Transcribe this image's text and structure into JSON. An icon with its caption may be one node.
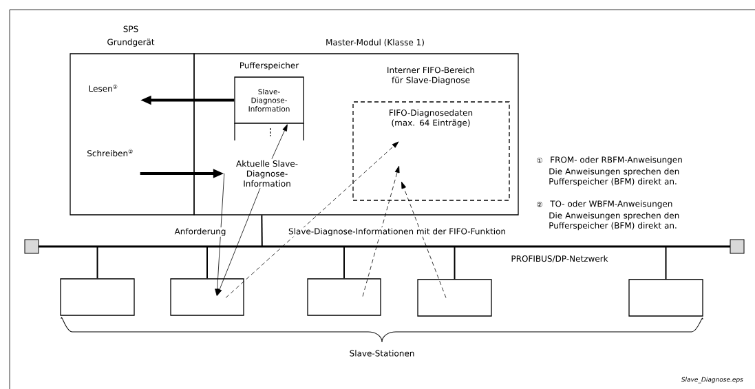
{
  "diagram": {
    "nodes": [
      {
        "text": [
          "SPS",
          "Grundgerät"
        ]
      },
      {
        "text": [
          "Master-Modul (Klasse 1)"
        ]
      },
      {
        "text": [
          "Pufferspeicher",
          "Slave-Diagnose-Information"
        ],
        "in": 1
      },
      {
        "text": [
          "Interner FIFO-Bereich für Slave-Diagnose",
          "FIFO-Diagnosedaten (max. 64 Einträge)"
        ],
        "in": 1
      },
      {
        "text": [
          "Aktuelle Slave-Diagnose-Information"
        ],
        "in": 1
      },
      {
        "text": [],
        "shape": "bar"
      },
      {
        "text": [],
        "shape": "box"
      },
      {
        "text": [],
        "shape": "box"
      },
      {
        "text": [],
        "shape": "box"
      },
      {
        "text": [],
        "shape": "box"
      },
      {
        "text": [],
        "shape": "box"
      }
    ],
    "edges": [
      {
        "from": 2,
        "to": 0,
        "arrow": "to",
        "label": "Lesen$^{①}$",
        "style": "thick"
      },
      {
        "from": 0,
        "to": 4,
        "arrow": "to",
        "label": "Schreiben$^{②}$",
        "style": "thick"
      },
      {
        "from": 4,
        "to": 2,
        "arrow": "to"
      },
      {
        "from": 4,
        "to": 7,
        "arrow": "to",
        "label": "Anforderung"
      },
      {
        "from": 4,
        "to": 7,
        "arrow": "to"
      },
      {
        "from": 7,
        "to": 3,
        "arrow": "to",
        "style": "dashed"
      },
      {
        "from": 8,
        "to": 3,
        "arrow": "to",
        "style": "dashed"
      },
      {
        "from": 9,
        "to": 3,
        "arrow": "to",
        "style": "dashed"
      },
      {
        "from": 1,
        "to": 5,
        "arrow": "none"
      },
      {
        "from": 5,
        "to": 6,
        "arrow": "none"
      },
      {
        "from": 5,
        "to": 7,
        "arrow": "none"
      },
      {
        "from": 5,
        "to": 8,
        "arrow": "none"
      },
      {
        "from": 5,
        "to": 9,
        "arrow": "none"
      },
      {
        "from": 5,
        "to": 10,
        "arrow": "none"
      }
    ],
    "labels": [
      "①",
      "FROM- oder RBFM-Anweisungen",
      "Die Anweisungen sprechen den Pufferspeicher (BFM) direkt an.",
      "②",
      "TO- oder WBFM-Anweisungen",
      "Die Anweisungen sprechen den Pufferspeicher (BFM) direkt an.",
      "Slave-Diagnose-Informationen mit der FIFO-Funktion",
      "PROFIBUS/DP-Netzwerk",
      "Slave-Stationen",
      "Slave_Diagnose.eps"
    ]
  }
}
